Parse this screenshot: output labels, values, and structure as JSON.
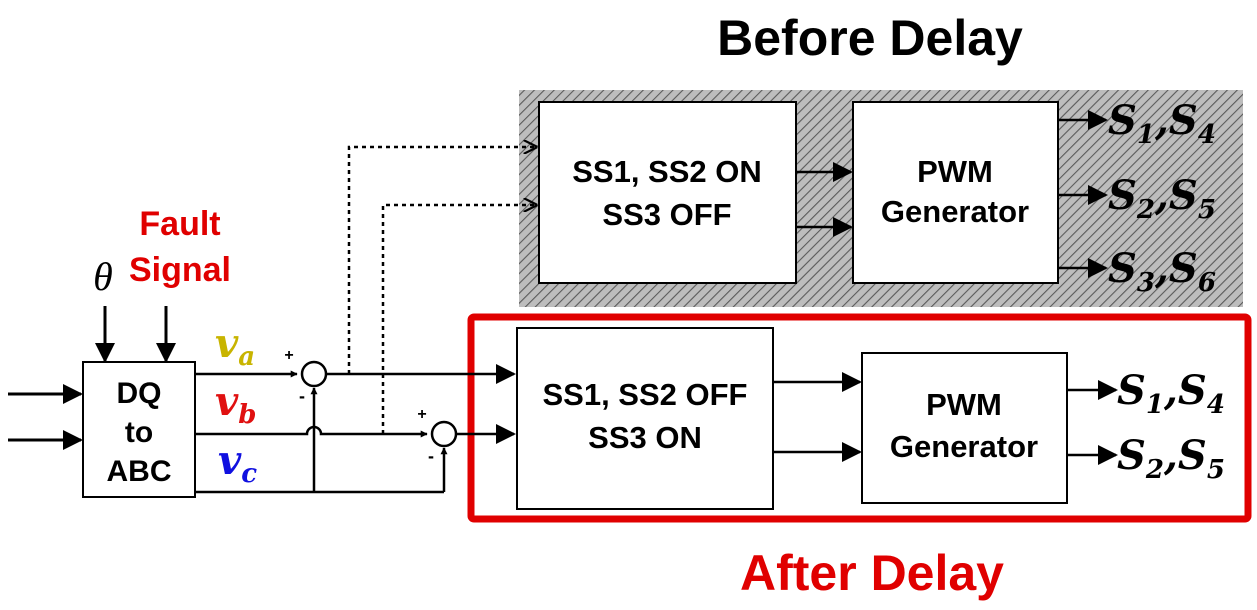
{
  "titles": {
    "before": "Before Delay",
    "after": "After Delay"
  },
  "inputs": {
    "theta": "θ",
    "fault_line1": "Fault",
    "fault_line2": "Signal"
  },
  "dq_block": {
    "line1": "DQ",
    "line2": "to",
    "line3": "ABC"
  },
  "phases": [
    {
      "base": "v",
      "sub": "a",
      "color": "#c8b400"
    },
    {
      "base": "v",
      "sub": "b",
      "color": "#e01010"
    },
    {
      "base": "v",
      "sub": "c",
      "color": "#1010e0"
    }
  ],
  "sum_signs": {
    "plus": "+",
    "minus": "-"
  },
  "before_block": {
    "line1": "SS1, SS2 ON",
    "line2": "SS3 OFF",
    "pwm_line1": "PWM",
    "pwm_line2": "Generator",
    "outputs": [
      {
        "a": "S",
        "a_sub": "1",
        "b": "S",
        "b_sub": "4"
      },
      {
        "a": "S",
        "a_sub": "2",
        "b": "S",
        "b_sub": "5"
      },
      {
        "a": "S",
        "a_sub": "3",
        "b": "S",
        "b_sub": "6"
      }
    ]
  },
  "after_block": {
    "line1": "SS1, SS2 OFF",
    "line2": "SS3 ON",
    "pwm_line1": "PWM",
    "pwm_line2": "Generator",
    "outputs": [
      {
        "a": "S",
        "a_sub": "1",
        "b": "S",
        "b_sub": "4"
      },
      {
        "a": "S",
        "a_sub": "2",
        "b": "S",
        "b_sub": "5"
      }
    ]
  },
  "colors": {
    "after_frame": "#e00000",
    "before_bg": "#b8b8b8",
    "hatch": "#555555"
  }
}
